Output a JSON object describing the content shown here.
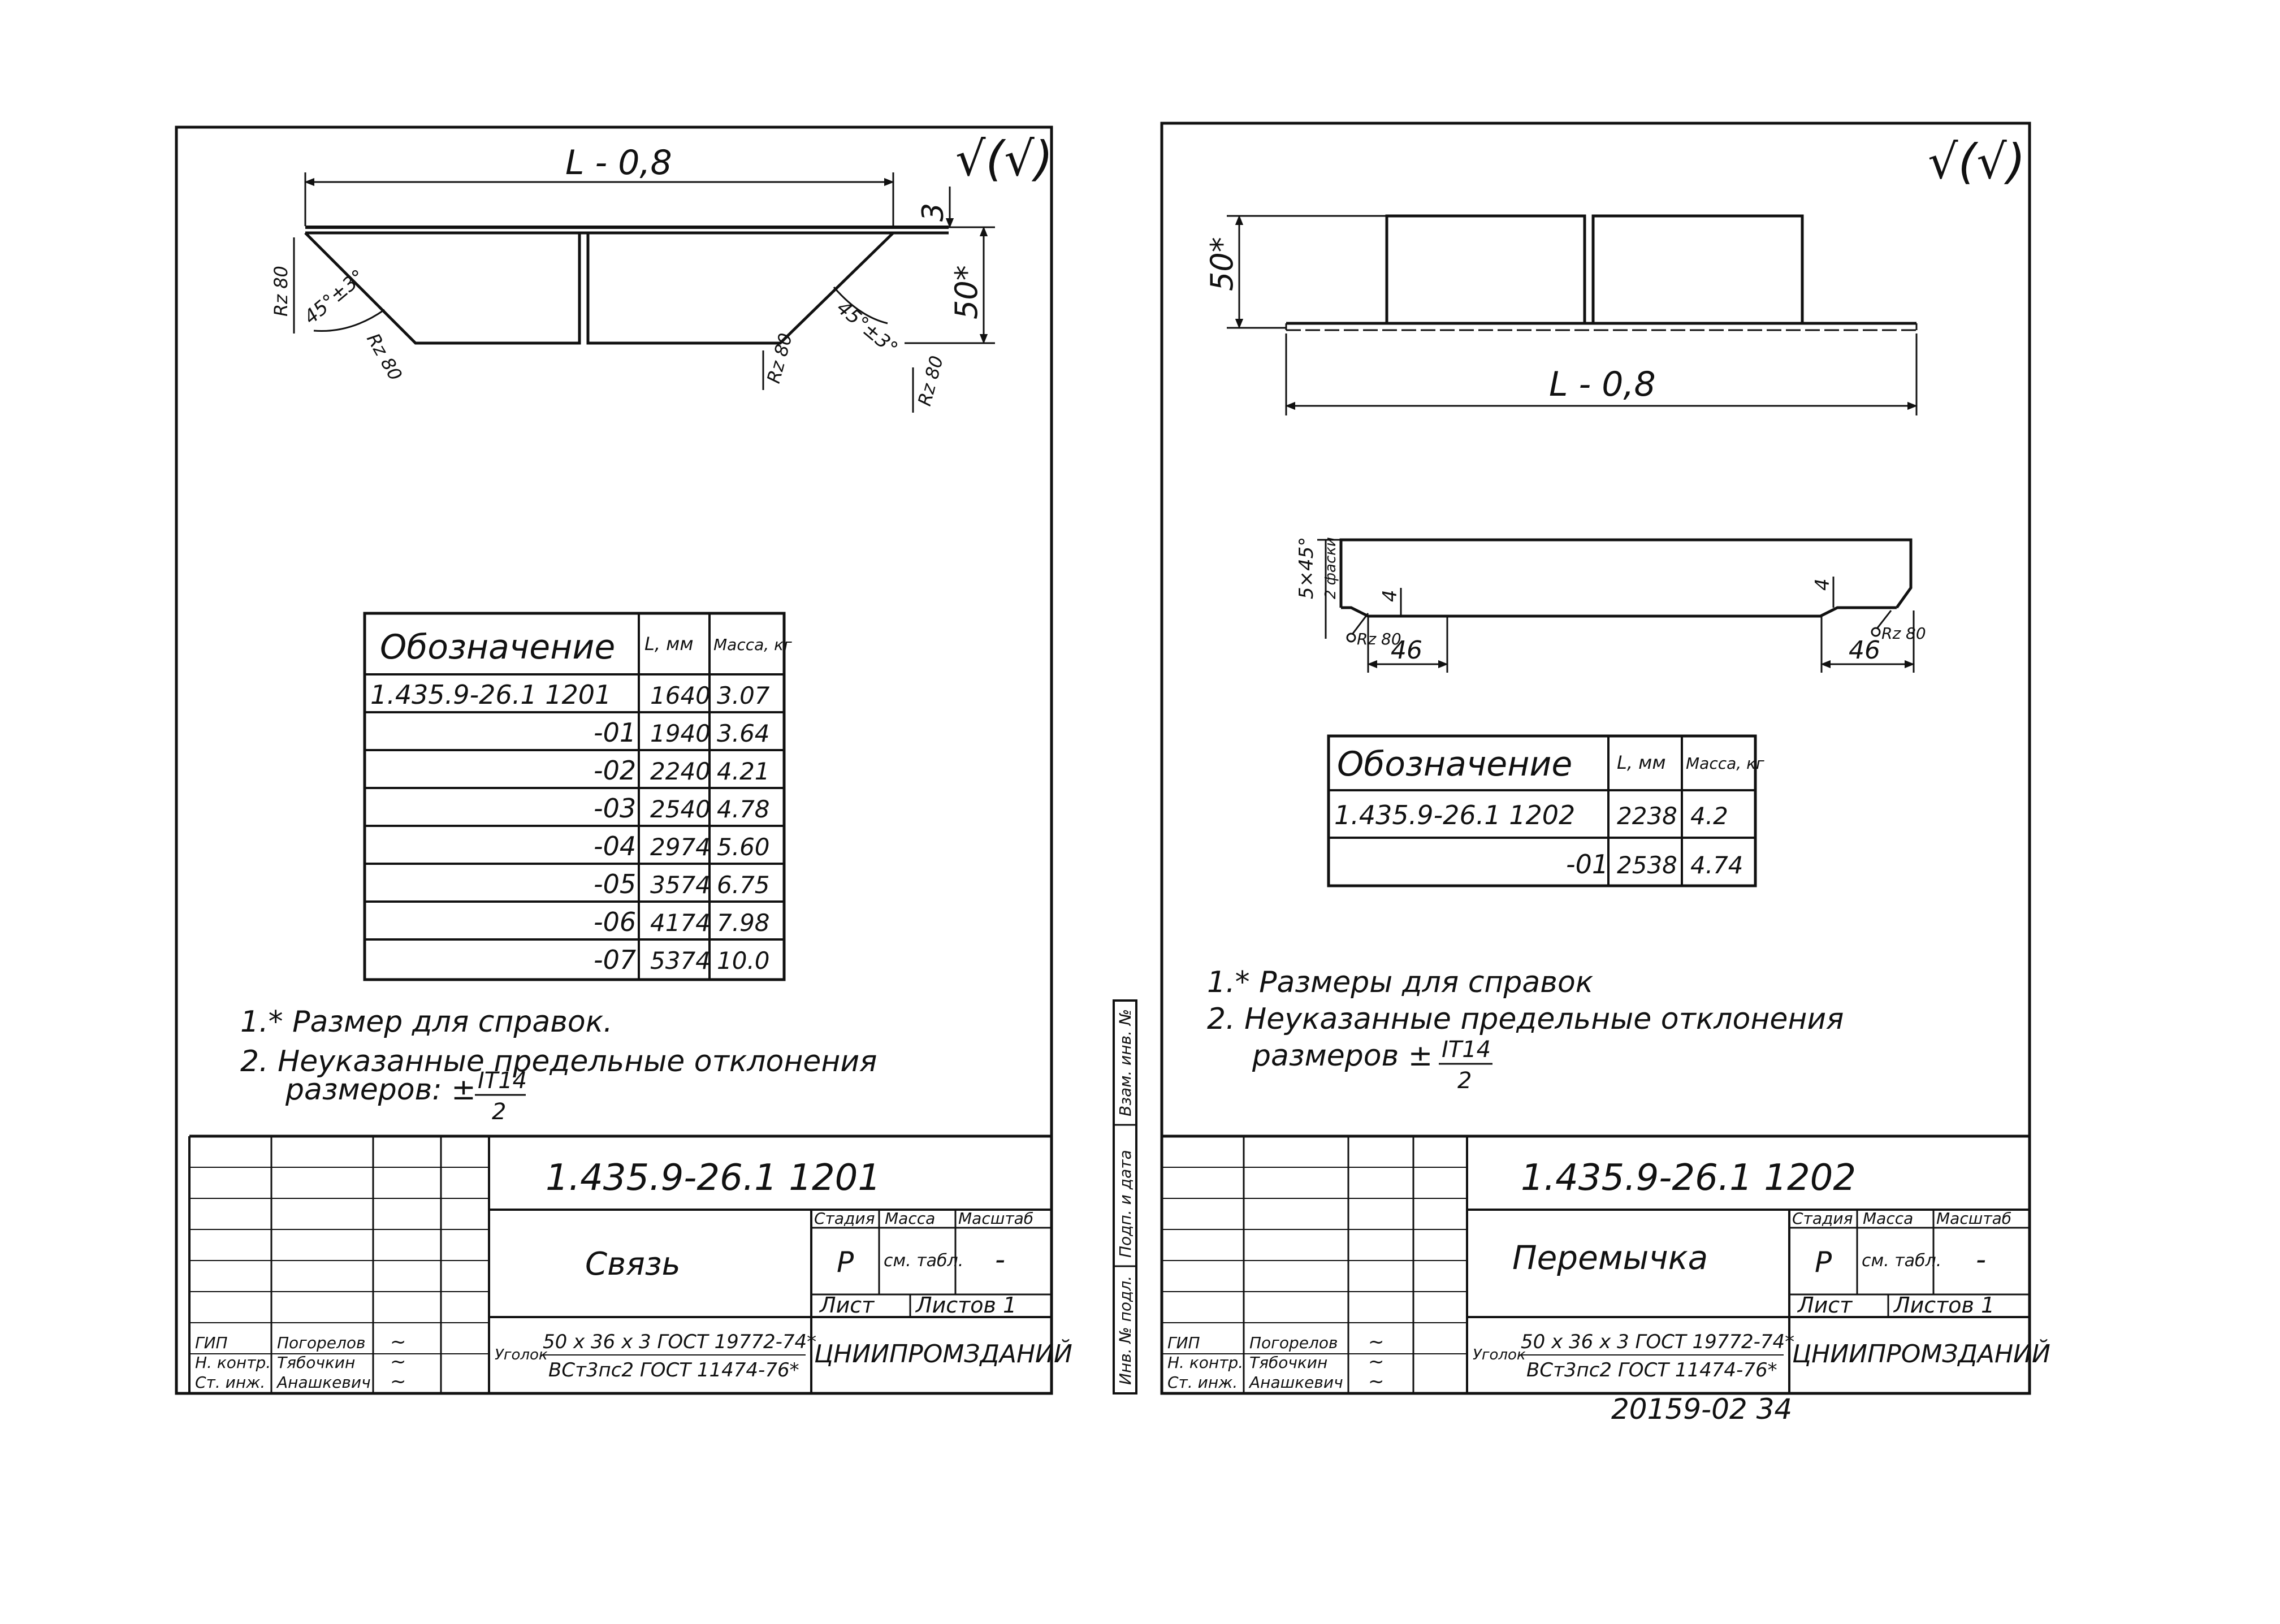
{
  "left_sheet": {
    "corner_mark": "√(√)",
    "dimensions": {
      "length": "L - 0,8",
      "top_gap": "3",
      "height": "50*",
      "angle_left": "45°±3°",
      "angle_right": "45°±3°",
      "rz_left_top": "Rz 80",
      "rz_left_bottom": "Rz 80",
      "rz_right_mid": "Rz 80",
      "rz_right_bottom": "Rz 80"
    },
    "table": {
      "headers": [
        "Обозначение",
        "L, мм",
        "Масса, кг"
      ],
      "rows": [
        {
          "code": "1.435.9-26.1 1201",
          "l": "1640",
          "mass": "3.07"
        },
        {
          "code": "-01",
          "l": "1940",
          "mass": "3.64"
        },
        {
          "code": "-02",
          "l": "2240",
          "mass": "4.21"
        },
        {
          "code": "-03",
          "l": "2540",
          "mass": "4.78"
        },
        {
          "code": "-04",
          "l": "2974",
          "mass": "5.60"
        },
        {
          "code": "-05",
          "l": "3574",
          "mass": "6.75"
        },
        {
          "code": "-06",
          "l": "4174",
          "mass": "7.98"
        },
        {
          "code": "-07",
          "l": "5374",
          "mass": "10.0"
        }
      ]
    },
    "notes": {
      "note1": "1.* Размер для справок.",
      "note2": "2. Неуказанные предельные отклонения",
      "note2_line2": "размеров: ±",
      "fraction_num": "IT14",
      "fraction_den": "2"
    },
    "stamp": {
      "doc_number": "1.435.9-26.1   1201",
      "title": "Связь",
      "stage_header": "Стадия",
      "mass_header": "Масса",
      "scale_header": "Масштаб",
      "stage_value": "Р",
      "mass_value": "см. табл.",
      "scale_value": "-",
      "sheet_label": "Лист",
      "sheets_label": "Листов 1",
      "material_prefix": "Уголок",
      "material_top": "50 х 36 х 3 ГОСТ 19772-74*",
      "material_bottom": "ВСт3пс2 ГОСТ 11474-76*",
      "organization": "ЦНИИПРОМЗДАНИЙ",
      "signers": [
        {
          "role": "ГИП",
          "name": "Погорелов",
          "sign": "~"
        },
        {
          "role": "Н. контр.",
          "name": "Тябочкин",
          "sign": "~"
        },
        {
          "role": "Ст. инж.",
          "name": "Анашкевич",
          "sign": "~"
        }
      ]
    }
  },
  "right_sheet": {
    "corner_mark": "√(√)",
    "dimensions": {
      "height": "50*",
      "length": "L - 0,8",
      "chamfer": "5×45°",
      "chamfer_note": "2 фаски",
      "offset_left": "4",
      "offset_right": "4",
      "end_left": "46",
      "end_right": "46",
      "rz_left": "Rz 80",
      "rz_right": "Rz 80"
    },
    "table": {
      "headers": [
        "Обозначение",
        "L, мм",
        "Масса, кг"
      ],
      "rows": [
        {
          "code": "1.435.9-26.1 1202",
          "l": "2238",
          "mass": "4.2"
        },
        {
          "code": "-01",
          "l": "2538",
          "mass": "4.74"
        }
      ]
    },
    "notes": {
      "note1": "1.* Размеры для справок",
      "note2": "2. Неуказанные предельные отклонения",
      "note2_line2": "размеров ±",
      "fraction_num": "IT14",
      "fraction_den": "2"
    },
    "side_labels": [
      "Взам. инв. №",
      "Подп. и дата",
      "Инв. № подл."
    ],
    "stamp": {
      "doc_number": "1.435.9-26.1   1202",
      "title": "Перемычка",
      "stage_header": "Стадия",
      "mass_header": "Масса",
      "scale_header": "Масштаб",
      "stage_value": "Р",
      "mass_value": "см. табл.",
      "scale_value": "-",
      "sheet_label": "Лист",
      "sheets_label": "Листов 1",
      "material_prefix": "Уголок",
      "material_top": "50 х 36 х 3 ГОСТ 19772-74*",
      "material_bottom": "ВСт3пс2 ГОСТ 11474-76*",
      "organization": "ЦНИИПРОМЗДАНИЙ",
      "signers": [
        {
          "role": "ГИП",
          "name": "Погорелов",
          "sign": "~"
        },
        {
          "role": "Н. контр.",
          "name": "Тябочкин",
          "sign": "~"
        },
        {
          "role": "Ст. инж.",
          "name": "Анашкевич",
          "sign": "~"
        }
      ]
    },
    "footer_code": "20159-02    34"
  }
}
